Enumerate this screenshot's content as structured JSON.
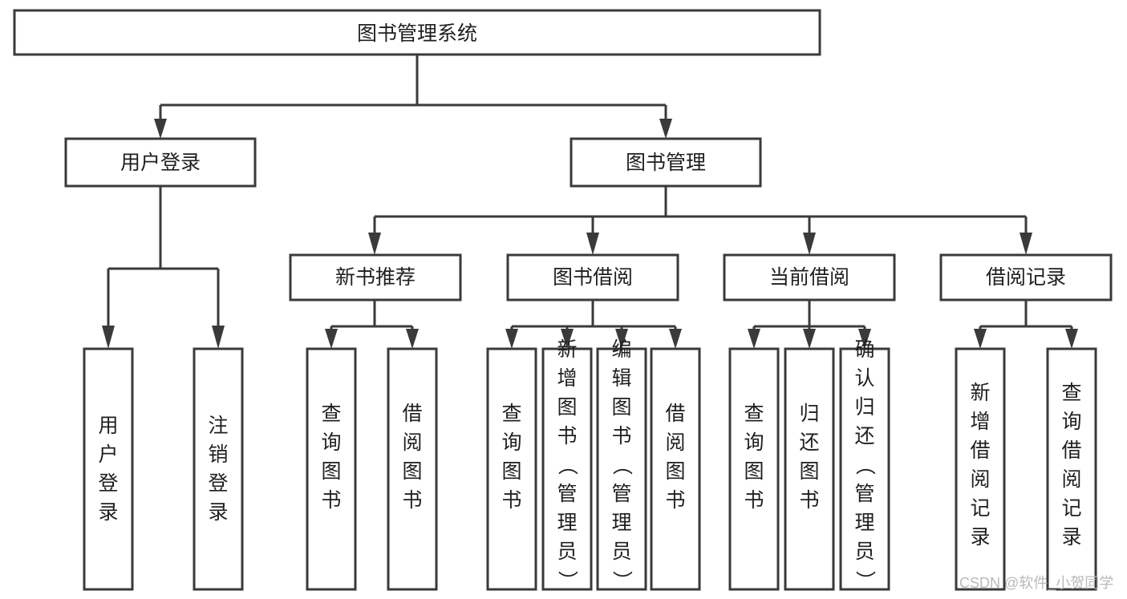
{
  "diagram": {
    "type": "tree-hierarchy",
    "title": "图书管理系统",
    "watermark": "CSDN @软件_小贺同学",
    "colors": {
      "box_stroke": "#3a3a3a",
      "box_fill": "#ffffff",
      "connector": "#3a3a3a",
      "text": "#1f1f1f",
      "watermark": "#b9b9b9",
      "background": "#ffffff"
    },
    "levels": [
      {
        "level": 1,
        "nodes": [
          {
            "id": "root",
            "label": "图书管理系统",
            "orientation": "horizontal"
          }
        ]
      },
      {
        "level": 2,
        "nodes": [
          {
            "id": "user-login",
            "label": "用户登录",
            "orientation": "horizontal",
            "parent": "root"
          },
          {
            "id": "book-manage",
            "label": "图书管理",
            "orientation": "horizontal",
            "parent": "root"
          }
        ]
      },
      {
        "level": 3,
        "nodes": [
          {
            "id": "new-book-rec",
            "label": "新书推荐",
            "orientation": "horizontal",
            "parent": "book-manage"
          },
          {
            "id": "book-borrow",
            "label": "图书借阅",
            "orientation": "horizontal",
            "parent": "book-manage"
          },
          {
            "id": "current-borrow",
            "label": "当前借阅",
            "orientation": "horizontal",
            "parent": "book-manage"
          },
          {
            "id": "borrow-record",
            "label": "借阅记录",
            "orientation": "horizontal",
            "parent": "book-manage"
          }
        ]
      },
      {
        "level": 4,
        "nodes": [
          {
            "id": "leaf-user-login",
            "label": "用户登录",
            "orientation": "vertical",
            "parent": "user-login"
          },
          {
            "id": "leaf-user-logout",
            "label": "注销登录",
            "orientation": "vertical",
            "parent": "user-login"
          },
          {
            "id": "leaf-query-book-1",
            "label": "查询图书",
            "orientation": "vertical",
            "parent": "new-book-rec"
          },
          {
            "id": "leaf-borrow-book-1",
            "label": "借阅图书",
            "orientation": "vertical",
            "parent": "new-book-rec"
          },
          {
            "id": "leaf-query-book-2",
            "label": "查询图书",
            "orientation": "vertical",
            "parent": "book-borrow"
          },
          {
            "id": "leaf-add-book",
            "label": "新增图书（管理员）",
            "orientation": "vertical",
            "parent": "book-borrow"
          },
          {
            "id": "leaf-edit-book",
            "label": "编辑图书（管理员）",
            "orientation": "vertical",
            "parent": "book-borrow"
          },
          {
            "id": "leaf-borrow-book-2",
            "label": "借阅图书",
            "orientation": "vertical",
            "parent": "book-borrow"
          },
          {
            "id": "leaf-query-book-3",
            "label": "查询图书",
            "orientation": "vertical",
            "parent": "current-borrow"
          },
          {
            "id": "leaf-return-book",
            "label": "归还图书",
            "orientation": "vertical",
            "parent": "current-borrow"
          },
          {
            "id": "leaf-confirm-return",
            "label": "确认归还（管理员）",
            "orientation": "vertical",
            "parent": "current-borrow"
          },
          {
            "id": "leaf-add-record",
            "label": "新增借阅记录",
            "orientation": "vertical",
            "parent": "borrow-record"
          },
          {
            "id": "leaf-query-record",
            "label": "查询借阅记录",
            "orientation": "vertical",
            "parent": "borrow-record"
          }
        ]
      }
    ]
  }
}
